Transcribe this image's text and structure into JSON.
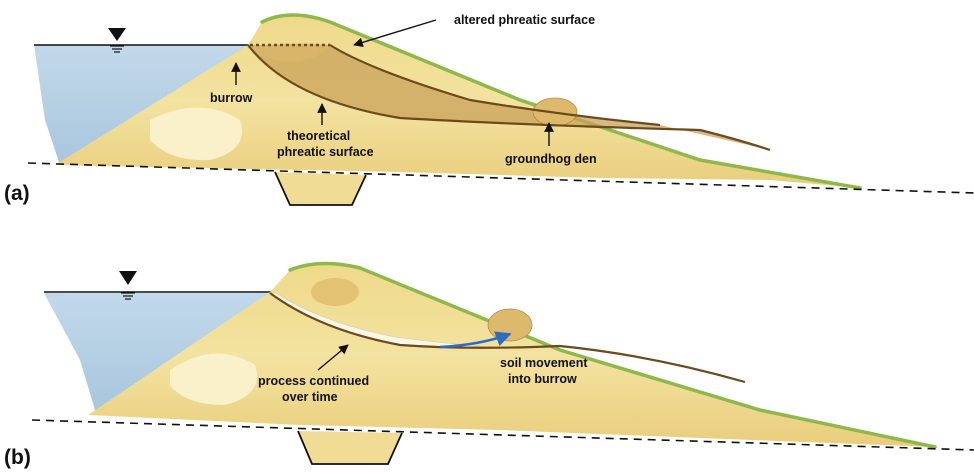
{
  "panels": [
    {
      "id": "a",
      "panel_label": "(a)",
      "labels": {
        "altered": "altered phreatic surface",
        "burrow": "burrow",
        "theoretical_line1": "theoretical",
        "theoretical_line2": "phreatic surface",
        "den": "groundhog den"
      }
    },
    {
      "id": "b",
      "panel_label": "(b)",
      "labels": {
        "process_line1": "process continued",
        "process_line2": "over time",
        "soil_line1": "soil movement",
        "soil_line2": "into burrow"
      }
    }
  ],
  "colors": {
    "water": "#b9d3e6",
    "soil_light": "#f4e6a4",
    "soil_mid": "#e6c878",
    "soil_dark": "#cfa85a",
    "grass": "#8cb94a",
    "phreatic_line": "#6b4a1c",
    "saturated_zone": "#c79a52",
    "flow_arrow": "#2b6cc4"
  },
  "icons": [
    "water-level-triangle-icon",
    "arrow-icon",
    "cutoff-trench-icon"
  ]
}
